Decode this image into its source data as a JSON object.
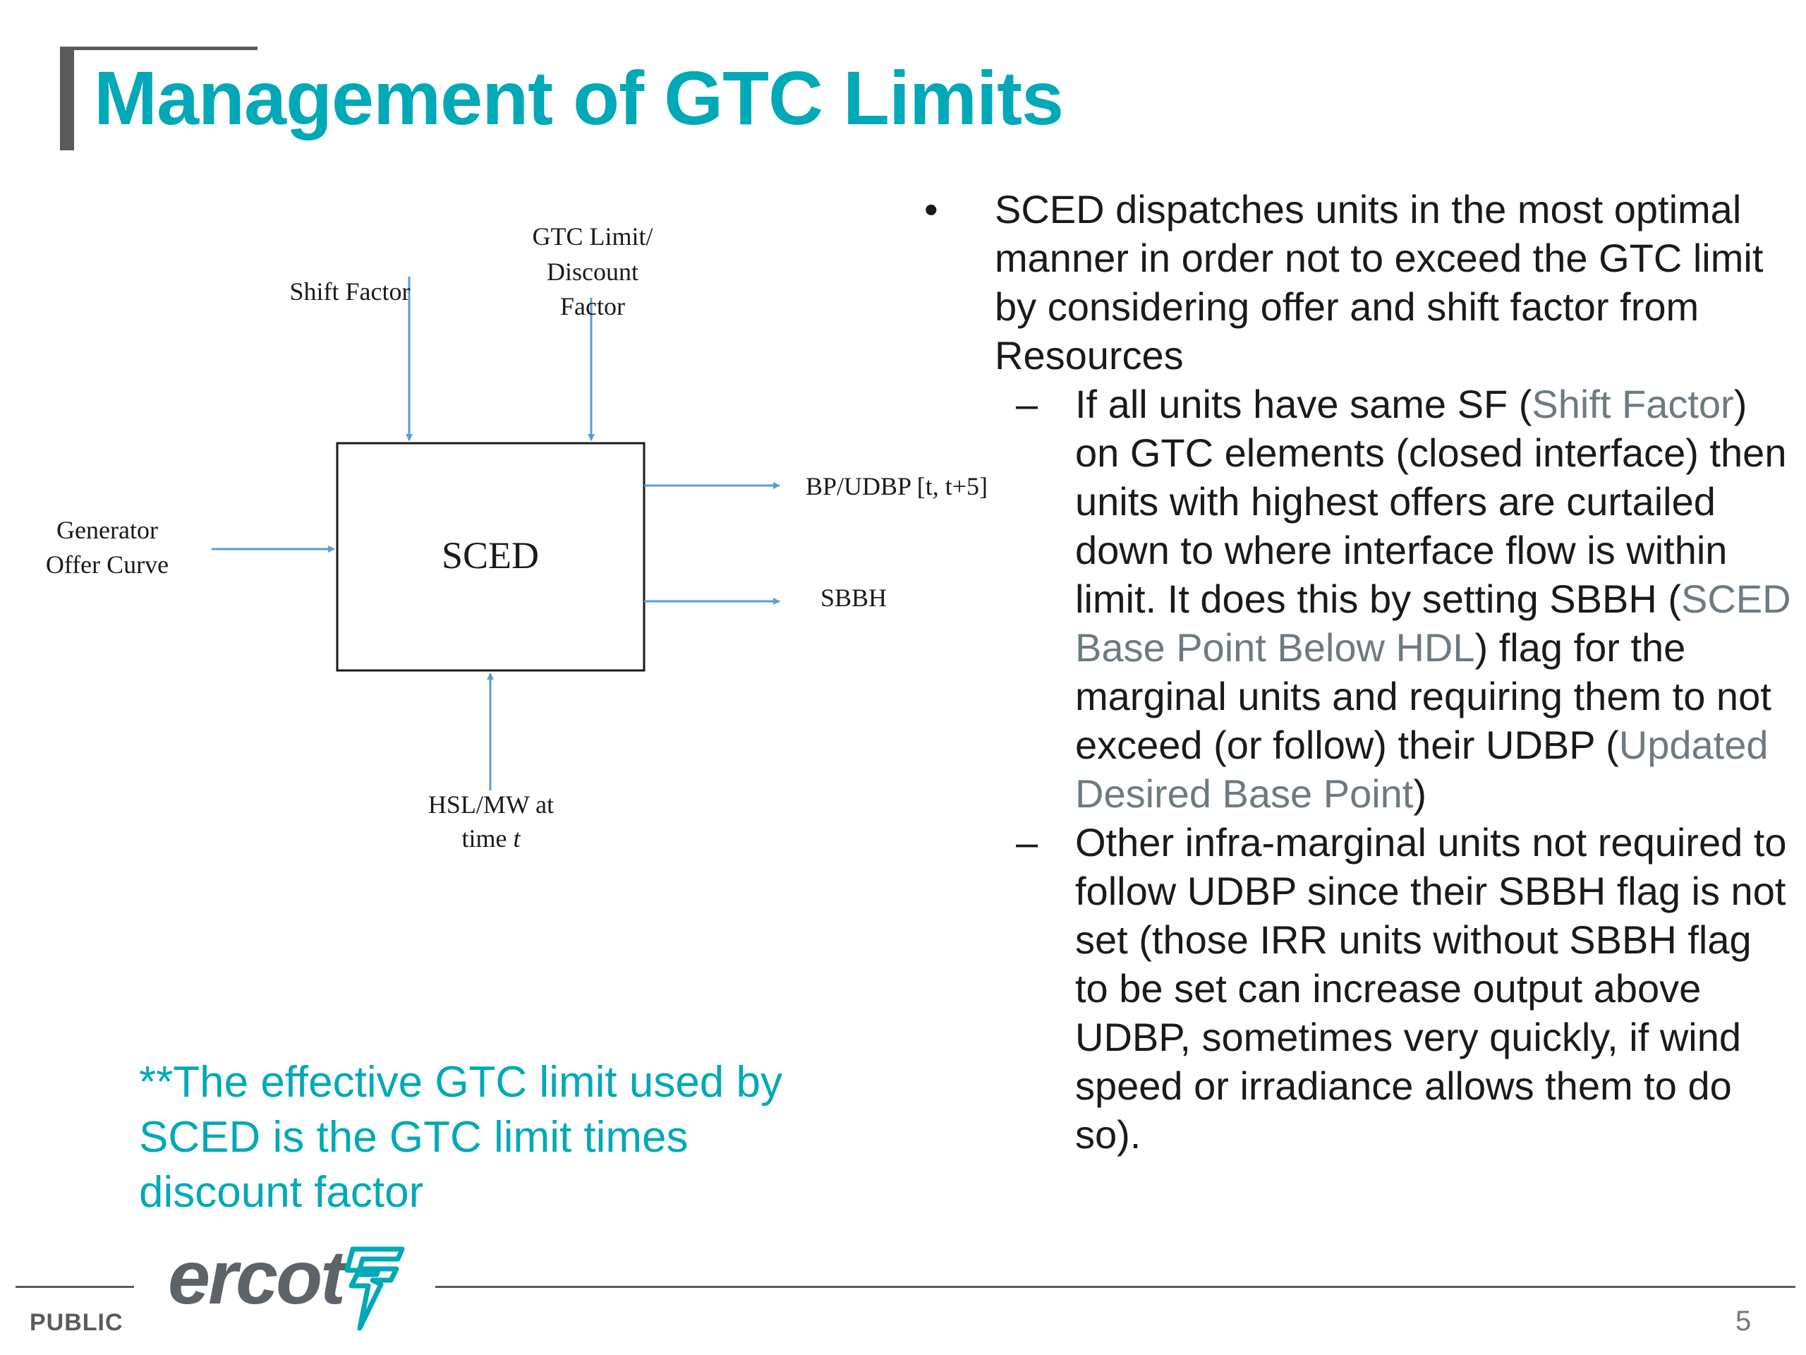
{
  "title": "Management of GTC Limits",
  "diagram": {
    "center_block": "SCED",
    "inputs": {
      "shift_factor": "Shift Factor",
      "gtc_limit_line1": "GTC Limit/",
      "gtc_limit_line2": "Discount",
      "gtc_limit_line3": "Factor",
      "generator_line1": "Generator",
      "generator_line2": "Offer Curve",
      "hsl_line1": "HSL/MW at",
      "hsl_line2_prefix": "time ",
      "hsl_line2_var": "t"
    },
    "outputs": {
      "bp_udbp": "BP/UDBP [t, t+5]",
      "sbbh": "SBBH"
    }
  },
  "bullets": {
    "main": {
      "marker": "•",
      "text": "SCED dispatches units in the most optimal manner in order not to exceed the GTC limit by considering offer and shift factor from Resources"
    },
    "sub1": {
      "marker": "–",
      "t1": "If all units have same SF (",
      "t2": "Shift Factor",
      "t3": ") on GTC elements (closed interface) then units with highest offers are curtailed down to where interface flow is within limit.  It does this by setting SBBH (",
      "t4": "SCED Base Point Below HDL",
      "t5": ") flag for the marginal units and requiring them to not exceed (or follow) their UDBP (",
      "t6": "Updated Desired Base Point",
      "t7": ")"
    },
    "sub2": {
      "marker": "–",
      "text": "Other infra-marginal units not required to follow UDBP since their SBBH flag is not set (those IRR units without SBBH flag to be set can increase output above UDBP, sometimes very quickly, if wind speed or irradiance allows them to do so)."
    }
  },
  "note": "**The effective GTC limit used by SCED is the GTC limit times discount factor",
  "footer": {
    "logo_text": "ercot",
    "classification": "PUBLIC",
    "page_number": "5"
  },
  "colors": {
    "accent": "#00a9b7",
    "arrow": "#5b9bd5",
    "gray_text": "#6d7a80"
  }
}
